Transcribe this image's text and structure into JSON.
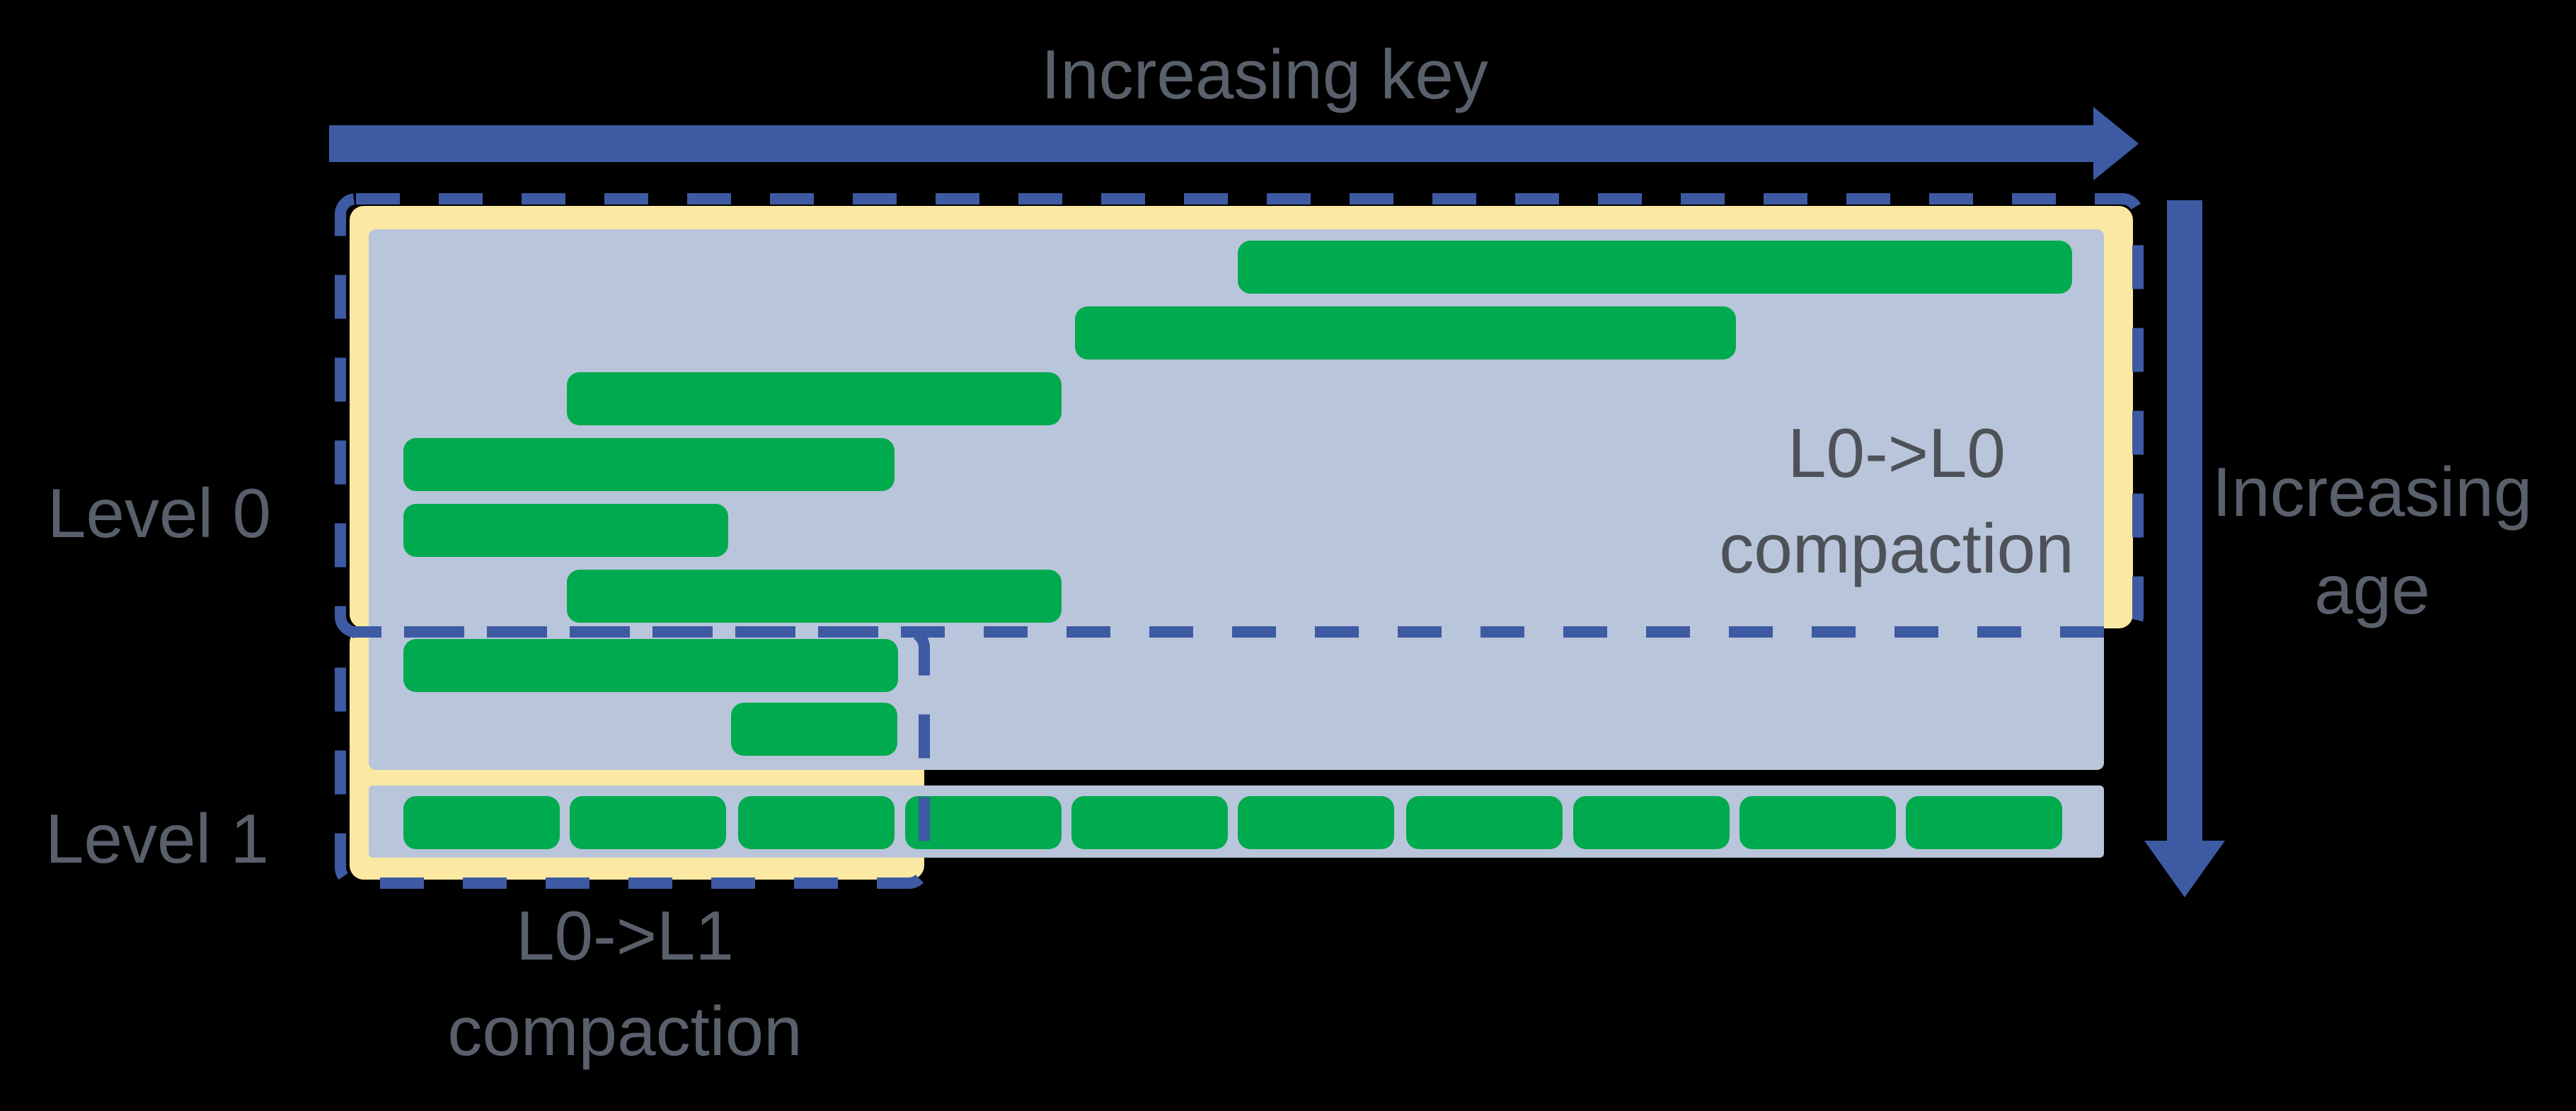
{
  "diagram": {
    "key_axis_label": "Increasing key",
    "age_axis_label_lines": [
      "Increasing",
      "age"
    ],
    "levels": [
      {
        "label": "Level 0",
        "sstables": [
          {
            "key_start": 0.501,
            "key_end": 0.982,
            "age_row": 0
          },
          {
            "key_start": 0.407,
            "key_end": 0.788,
            "age_row": 1
          },
          {
            "key_start": 0.114,
            "key_end": 0.399,
            "age_row": 2
          },
          {
            "key_start": 0.02,
            "key_end": 0.303,
            "age_row": 3
          },
          {
            "key_start": 0.02,
            "key_end": 0.207,
            "age_row": 4
          },
          {
            "key_start": 0.114,
            "key_end": 0.399,
            "age_row": 5
          },
          {
            "key_start": 0.02,
            "key_end": 0.305,
            "age_row": 6
          },
          {
            "key_start": 0.209,
            "key_end": 0.305,
            "age_row": 7
          }
        ]
      },
      {
        "label": "Level 1",
        "sstables": [
          {
            "key_start": 0.02,
            "key_end": 0.11
          },
          {
            "key_start": 0.116,
            "key_end": 0.206
          },
          {
            "key_start": 0.213,
            "key_end": 0.303
          },
          {
            "key_start": 0.309,
            "key_end": 0.399
          },
          {
            "key_start": 0.405,
            "key_end": 0.495
          },
          {
            "key_start": 0.501,
            "key_end": 0.591
          },
          {
            "key_start": 0.598,
            "key_end": 0.688
          },
          {
            "key_start": 0.694,
            "key_end": 0.784
          },
          {
            "key_start": 0.79,
            "key_end": 0.88
          },
          {
            "key_start": 0.886,
            "key_end": 0.976
          }
        ]
      }
    ],
    "annotations": {
      "l0_to_l0_compaction": {
        "lines": [
          "L0->L0",
          "compaction"
        ]
      },
      "l0_to_l1_compaction": {
        "lines": [
          "L0->L1",
          "compaction"
        ]
      }
    },
    "colors": {
      "background": "#000000",
      "arrow_blue": "#3d5ba3",
      "dashed_border_blue": "#3d5aa3",
      "highlight_yellow": "#fbe8a2",
      "level_box_blue_gray": "#b9c5da",
      "sstable_green": "#00aa4e",
      "outer_label_gray": "#59606b",
      "annotation_gray": "#4c5257"
    }
  }
}
